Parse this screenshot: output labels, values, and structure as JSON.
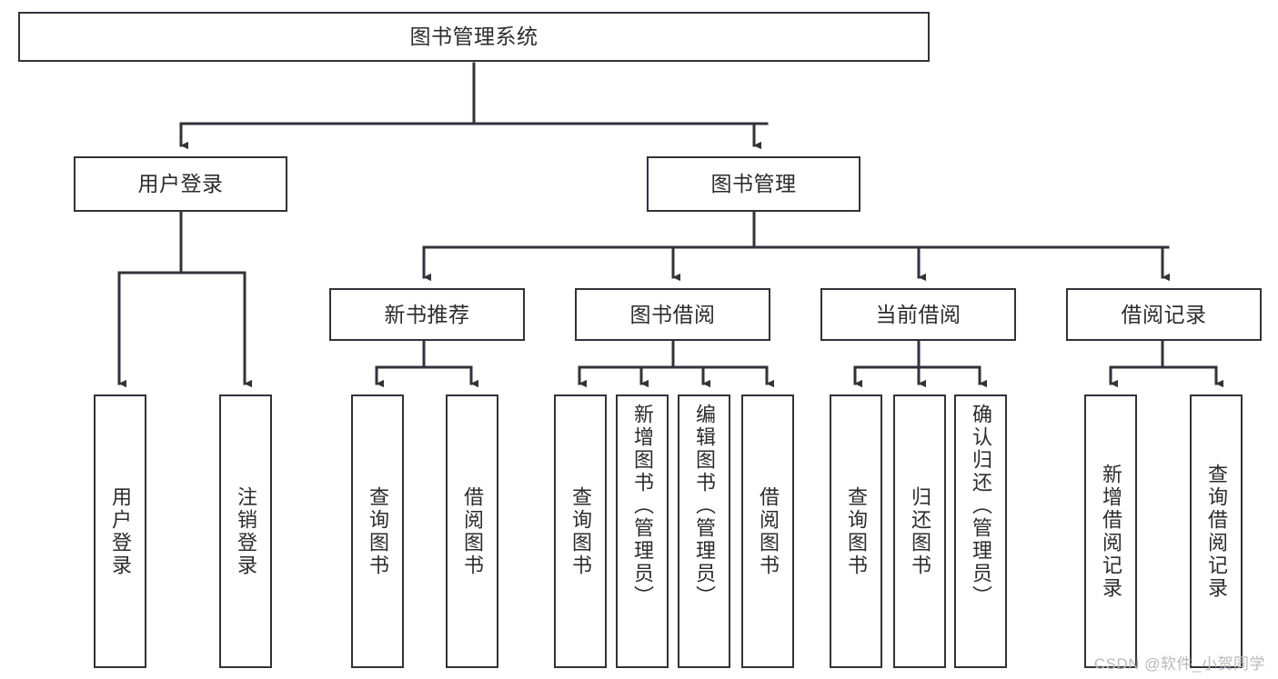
{
  "diagram": {
    "type": "tree-hierarchy",
    "title_node": {
      "id": "root",
      "label": "图书管理系统"
    },
    "level2": [
      {
        "id": "user-login",
        "label": "用户登录"
      },
      {
        "id": "book-management",
        "label": "图书管理"
      }
    ],
    "level3": [
      {
        "id": "new-book-recommend",
        "label": "新书推荐",
        "parent": "book-management"
      },
      {
        "id": "book-borrow",
        "label": "图书借阅",
        "parent": "book-management"
      },
      {
        "id": "current-borrow",
        "label": "当前借阅",
        "parent": "book-management"
      },
      {
        "id": "borrow-record",
        "label": "借阅记录",
        "parent": "book-management"
      }
    ],
    "leaves": [
      {
        "id": "leaf-user-login",
        "label": "用户登录",
        "parent": "user-login"
      },
      {
        "id": "leaf-user-logout",
        "label": "注销登录",
        "parent": "user-login"
      },
      {
        "id": "leaf-query-book-1",
        "label": "查询图书",
        "parent": "new-book-recommend"
      },
      {
        "id": "leaf-borrow-book-1",
        "label": "借阅图书",
        "parent": "new-book-recommend"
      },
      {
        "id": "leaf-query-book-2",
        "label": "查询图书",
        "parent": "book-borrow"
      },
      {
        "id": "leaf-add-book",
        "label": "新增图书（管理员）",
        "parent": "book-borrow"
      },
      {
        "id": "leaf-edit-book",
        "label": "编辑图书（管理员）",
        "parent": "book-borrow"
      },
      {
        "id": "leaf-borrow-book-2",
        "label": "借阅图书",
        "parent": "book-borrow"
      },
      {
        "id": "leaf-query-book-3",
        "label": "查询图书",
        "parent": "current-borrow"
      },
      {
        "id": "leaf-return-book",
        "label": "归还图书",
        "parent": "current-borrow"
      },
      {
        "id": "leaf-confirm-return",
        "label": "确认归还（管理员）",
        "parent": "current-borrow"
      },
      {
        "id": "leaf-add-record",
        "label": "新增借阅记录",
        "parent": "borrow-record"
      },
      {
        "id": "leaf-query-record",
        "label": "查询借阅记录",
        "parent": "borrow-record"
      }
    ],
    "colors": {
      "border": "#32323a",
      "text": "#2b2b31",
      "background": "#ffffff",
      "connector": "#32323a",
      "watermark": "#b9b9bd"
    }
  },
  "watermark": {
    "text": "CSDN @软件_小贺同学"
  }
}
